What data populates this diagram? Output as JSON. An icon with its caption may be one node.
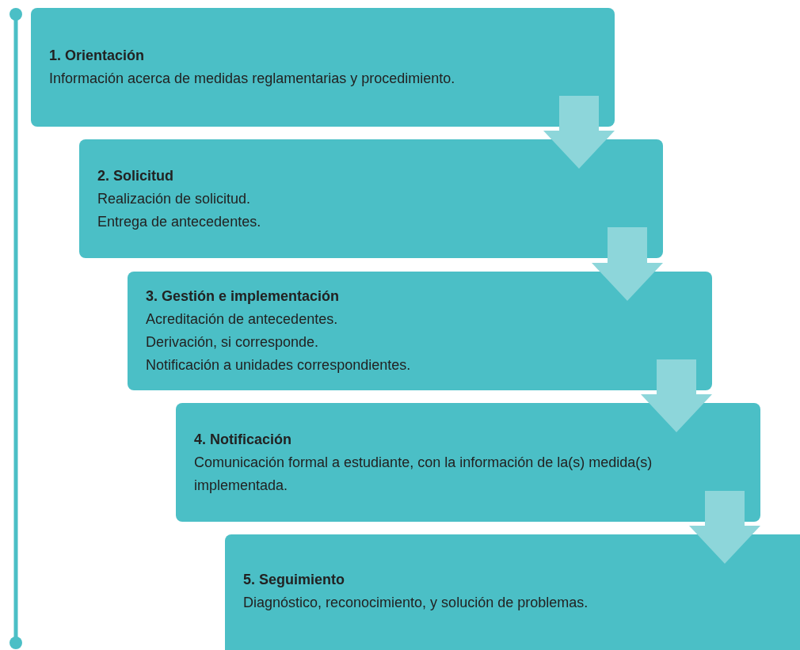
{
  "diagram": {
    "nodes": [
      {
        "text": [
          "1. Orientación",
          "Información acerca de medidas reglamentarias y procedimiento."
        ]
      },
      {
        "text": [
          "2. Solicitud",
          "Realización de solicitud.",
          "Entrega de antecedentes."
        ]
      },
      {
        "text": [
          "3. Gestión e implementación",
          "Acreditación de antecedentes.",
          "Derivación, si corresponde.",
          "Notificación a unidades correspondientes."
        ]
      },
      {
        "text": [
          "4. Notificación",
          "Comunicación formal a estudiante, con la información de la(s) medida(s) implementada."
        ]
      },
      {
        "text": [
          "5. Seguimiento",
          "Diagnóstico, reconocimiento, y solución de problemas."
        ]
      }
    ],
    "edges": [
      {
        "from": 0,
        "to": 1,
        "arrow": "to"
      },
      {
        "from": 1,
        "to": 2,
        "arrow": "to"
      },
      {
        "from": 2,
        "to": 3,
        "arrow": "to"
      },
      {
        "from": 3,
        "to": 4,
        "arrow": "to"
      }
    ]
  }
}
